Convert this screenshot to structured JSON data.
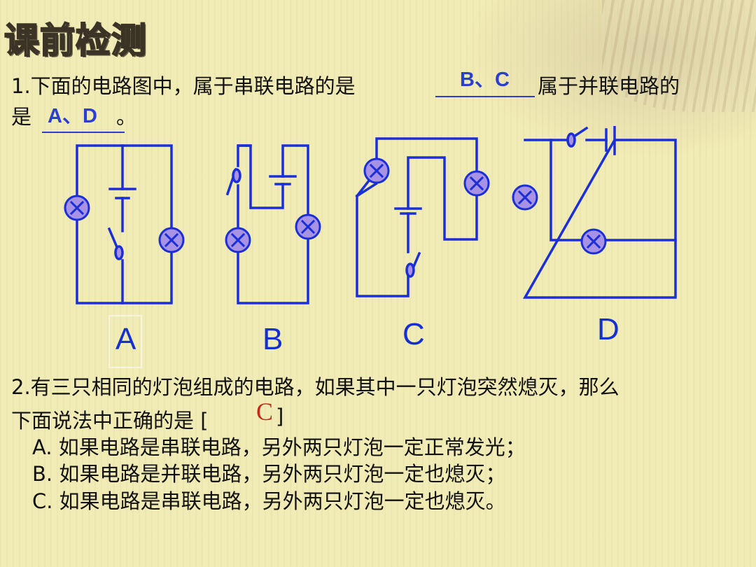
{
  "title": "课前检测",
  "q1": {
    "line1": "1.下面的电路图中，属于串联电路的是",
    "series_answer": "B、C",
    "mid": "属于并联电路的",
    "line2_prefix": "是",
    "parallel_answer": "A、D",
    "line2_suffix": "。"
  },
  "circuits": {
    "labels": [
      "A",
      "B",
      "C",
      "D"
    ],
    "wire_color": "#1a2fd8",
    "lamp_fill": "#a892e6"
  },
  "q2": {
    "line1": "2.有三只相同的灯泡组成的电路，如果其中一只灯泡突然熄灭，那么",
    "line2": "下面说法中正确的是 [",
    "answer": "C",
    "bracket_close": "]",
    "options": [
      "A.  如果电路是串联电路，另外两只灯泡一定正常发光；",
      "B.  如果电路是并联电路，另外两只灯泡一定也熄灭；",
      "C.  如果电路是串联电路，另外两只灯泡一定也熄灭。"
    ]
  }
}
